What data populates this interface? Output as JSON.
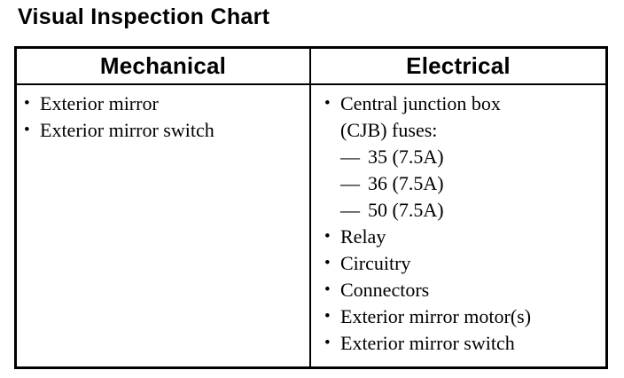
{
  "page": {
    "title": "Visual Inspection Chart",
    "background": "#ffffff",
    "text_color": "#000000",
    "border_color": "#000000"
  },
  "markers": {
    "bullet": "•",
    "dash": "—"
  },
  "table": {
    "columns": [
      {
        "header": "Mechanical",
        "items": [
          {
            "lines": [
              "Exterior mirror"
            ]
          },
          {
            "lines": [
              "Exterior mirror switch"
            ]
          }
        ]
      },
      {
        "header": "Electrical",
        "items": [
          {
            "lines": [
              "Central junction box",
              "(CJB) fuses:"
            ],
            "subitems": [
              "35 (7.5A)",
              "36 (7.5A)",
              "50 (7.5A)"
            ]
          },
          {
            "lines": [
              "Relay"
            ]
          },
          {
            "lines": [
              "Circuitry"
            ]
          },
          {
            "lines": [
              "Connectors"
            ]
          },
          {
            "lines": [
              "Exterior mirror motor(s)"
            ]
          },
          {
            "lines": [
              "Exterior mirror switch"
            ]
          }
        ]
      }
    ]
  }
}
